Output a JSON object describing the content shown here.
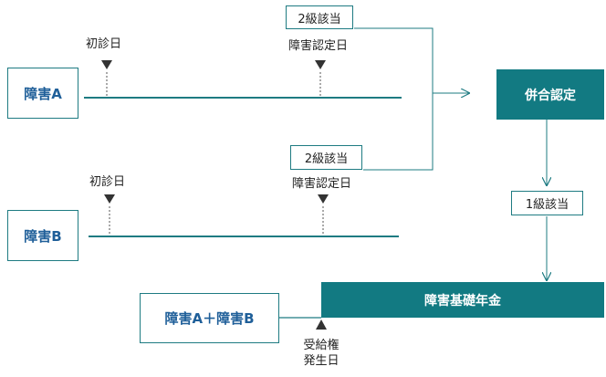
{
  "nodes": {
    "disability_a": "障害A",
    "disability_b": "障害B",
    "combined": "障害A＋障害B",
    "combined_certification": "併合認定",
    "basic_pension": "障害基礎年金"
  },
  "grade_badges": {
    "a_grade": "2級該当",
    "b_grade": "2級該当",
    "combined_grade": "1級該当"
  },
  "markers": {
    "a_first_visit": "初診日",
    "a_cert_date": "障害認定日",
    "b_first_visit": "初診日",
    "b_cert_date": "障害認定日",
    "entitlement_line1": "受給権",
    "entitlement_line2": "発生日"
  },
  "colors": {
    "teal": "#127a82",
    "label_blue": "#1f5f99",
    "marker": "#333333"
  }
}
